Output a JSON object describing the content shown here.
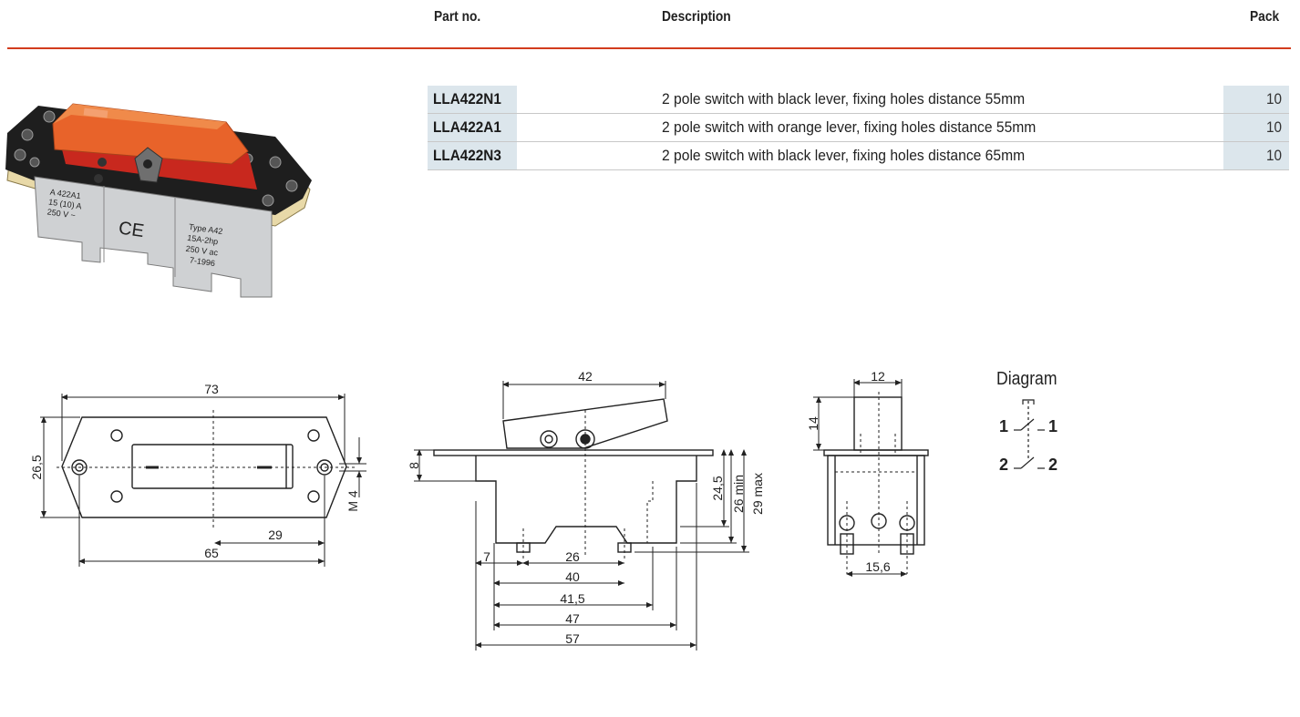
{
  "header": {
    "part_no": "Part no.",
    "description": "Description",
    "pack": "Pack"
  },
  "products": [
    {
      "part_no": "LLA422N1",
      "description": "2 pole switch with black lever, fixing holes distance 55mm",
      "pack": "10"
    },
    {
      "part_no": "LLA422A1",
      "description": "2 pole switch with orange lever, fixing holes distance 55mm",
      "pack": "10"
    },
    {
      "part_no": "LLA422N3",
      "description": "2 pole switch with black lever, fixing holes distance 65mm",
      "pack": "10"
    }
  ],
  "photo": {
    "label_left": [
      "A 422A1",
      "15 (10) A",
      "250 V ~"
    ],
    "label_mid": "CE",
    "label_right": [
      "Type A42",
      "15A-2hp",
      "250 V ac",
      "7-1996"
    ]
  },
  "drawing_top": {
    "width": "73",
    "height": "26,5",
    "hole_offset": "29",
    "hole_span": "65",
    "thread": "M 4"
  },
  "drawing_side": {
    "lever": "42",
    "plate": "8",
    "height_a": "24,5",
    "height_b": "26 min",
    "height_c": "29 max",
    "d7": "7",
    "d26": "26",
    "d40": "40",
    "d41_5": "41,5",
    "d47": "47",
    "d57": "57"
  },
  "drawing_front": {
    "lever_w": "12",
    "lever_h": "14",
    "terminals": "15,6"
  },
  "diagram": {
    "title": "Diagram",
    "pole1_left": "1",
    "pole1_right": "1",
    "pole2_left": "2",
    "pole2_right": "2"
  },
  "colors": {
    "accent_rule": "#d23c1e",
    "cell_bg": "#dce6ec",
    "lever_orange": "#e8632a"
  }
}
